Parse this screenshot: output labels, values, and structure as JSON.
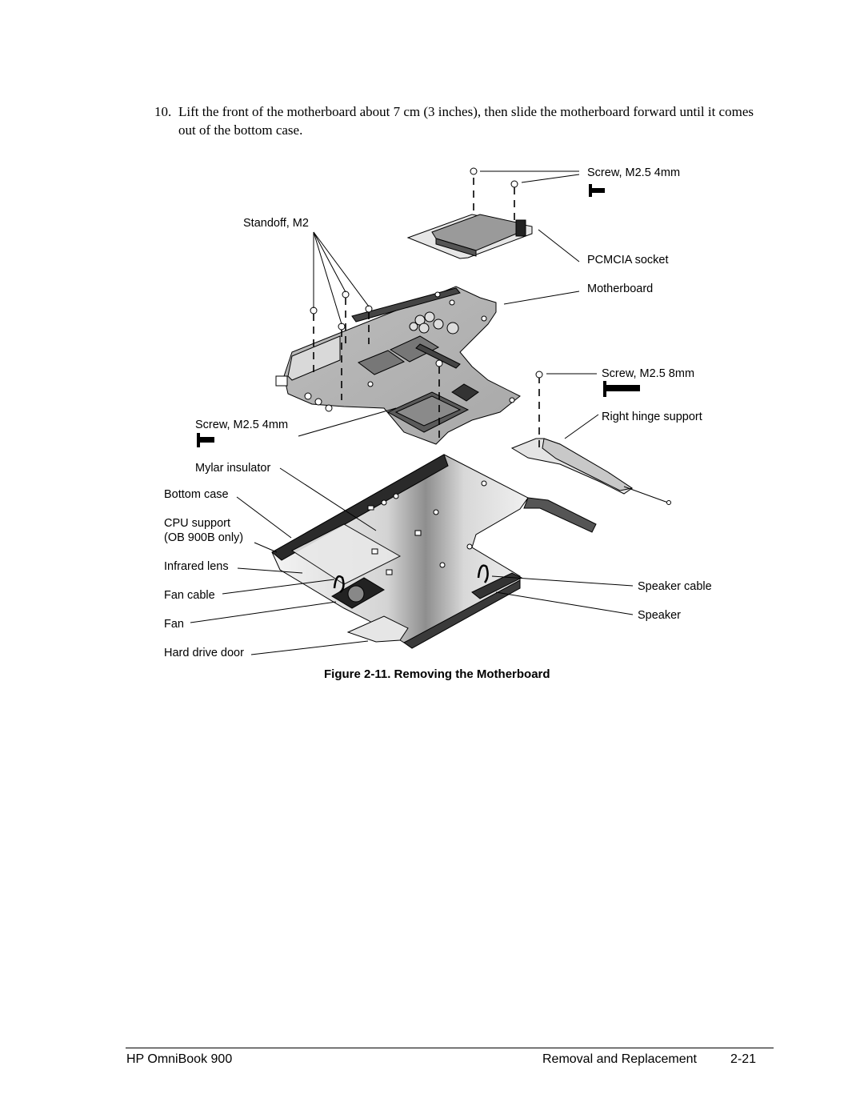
{
  "step": {
    "number": "10.",
    "text": "Lift the front of the motherboard about 7 cm (3 inches), then slide the motherboard forward until it comes out of the bottom case."
  },
  "figure": {
    "labels": {
      "screw_m25_4mm_top": "Screw, M2.5 4mm",
      "standoff_m2": "Standoff, M2",
      "pcmcia_socket": "PCMCIA socket",
      "motherboard": "Motherboard",
      "screw_m25_8mm": "Screw, M2.5 8mm",
      "right_hinge_support": "Right hinge support",
      "screw_m25_4mm_left": "Screw, M2.5 4mm",
      "mylar_insulator": "Mylar insulator",
      "bottom_case": "Bottom case",
      "cpu_support_line1": "CPU support",
      "cpu_support_line2": "(OB 900B only)",
      "infrared_lens": "Infrared lens",
      "fan_cable": "Fan cable",
      "fan": "Fan",
      "hard_drive_door": "Hard drive door",
      "speaker_cable": "Speaker cable",
      "speaker": "Speaker"
    },
    "caption": "Figure 2-11. Removing the Motherboard"
  },
  "footer": {
    "left": "HP OmniBook 900",
    "section": "Removal and Replacement",
    "page": "2-21"
  }
}
